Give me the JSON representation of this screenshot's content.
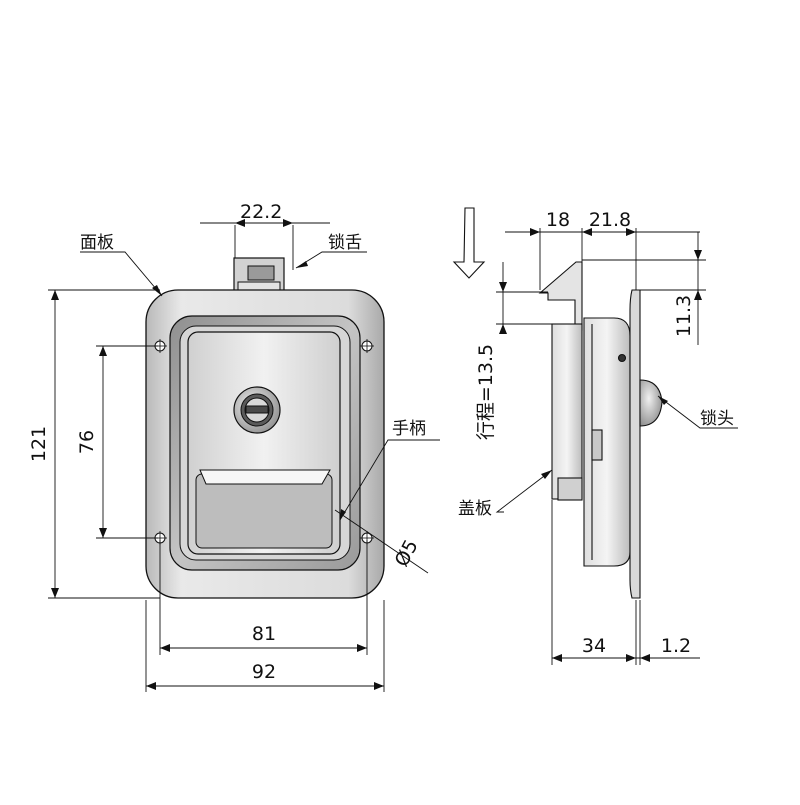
{
  "front_view": {
    "dim_top": "22.2",
    "dim_height_outer": "121",
    "dim_height_holes": "76",
    "dim_width_holes": "81",
    "dim_width_outer": "92",
    "dim_hole": "Ø5",
    "label_panel": "面板",
    "label_latch": "锁舌",
    "label_handle": "手柄"
  },
  "side_view": {
    "dim_top_left": "18",
    "dim_top_right": "21.8",
    "dim_right": "11.3",
    "dim_travel": "行程=13.5",
    "dim_depth": "34",
    "dim_thickness": "1.2",
    "label_lock": "锁头",
    "label_cover": "盖板"
  },
  "colors": {
    "line": "#111111",
    "metal_light": "#e6e6e6",
    "metal_mid": "#c9c9c9",
    "metal_dark": "#8d8d8d"
  }
}
